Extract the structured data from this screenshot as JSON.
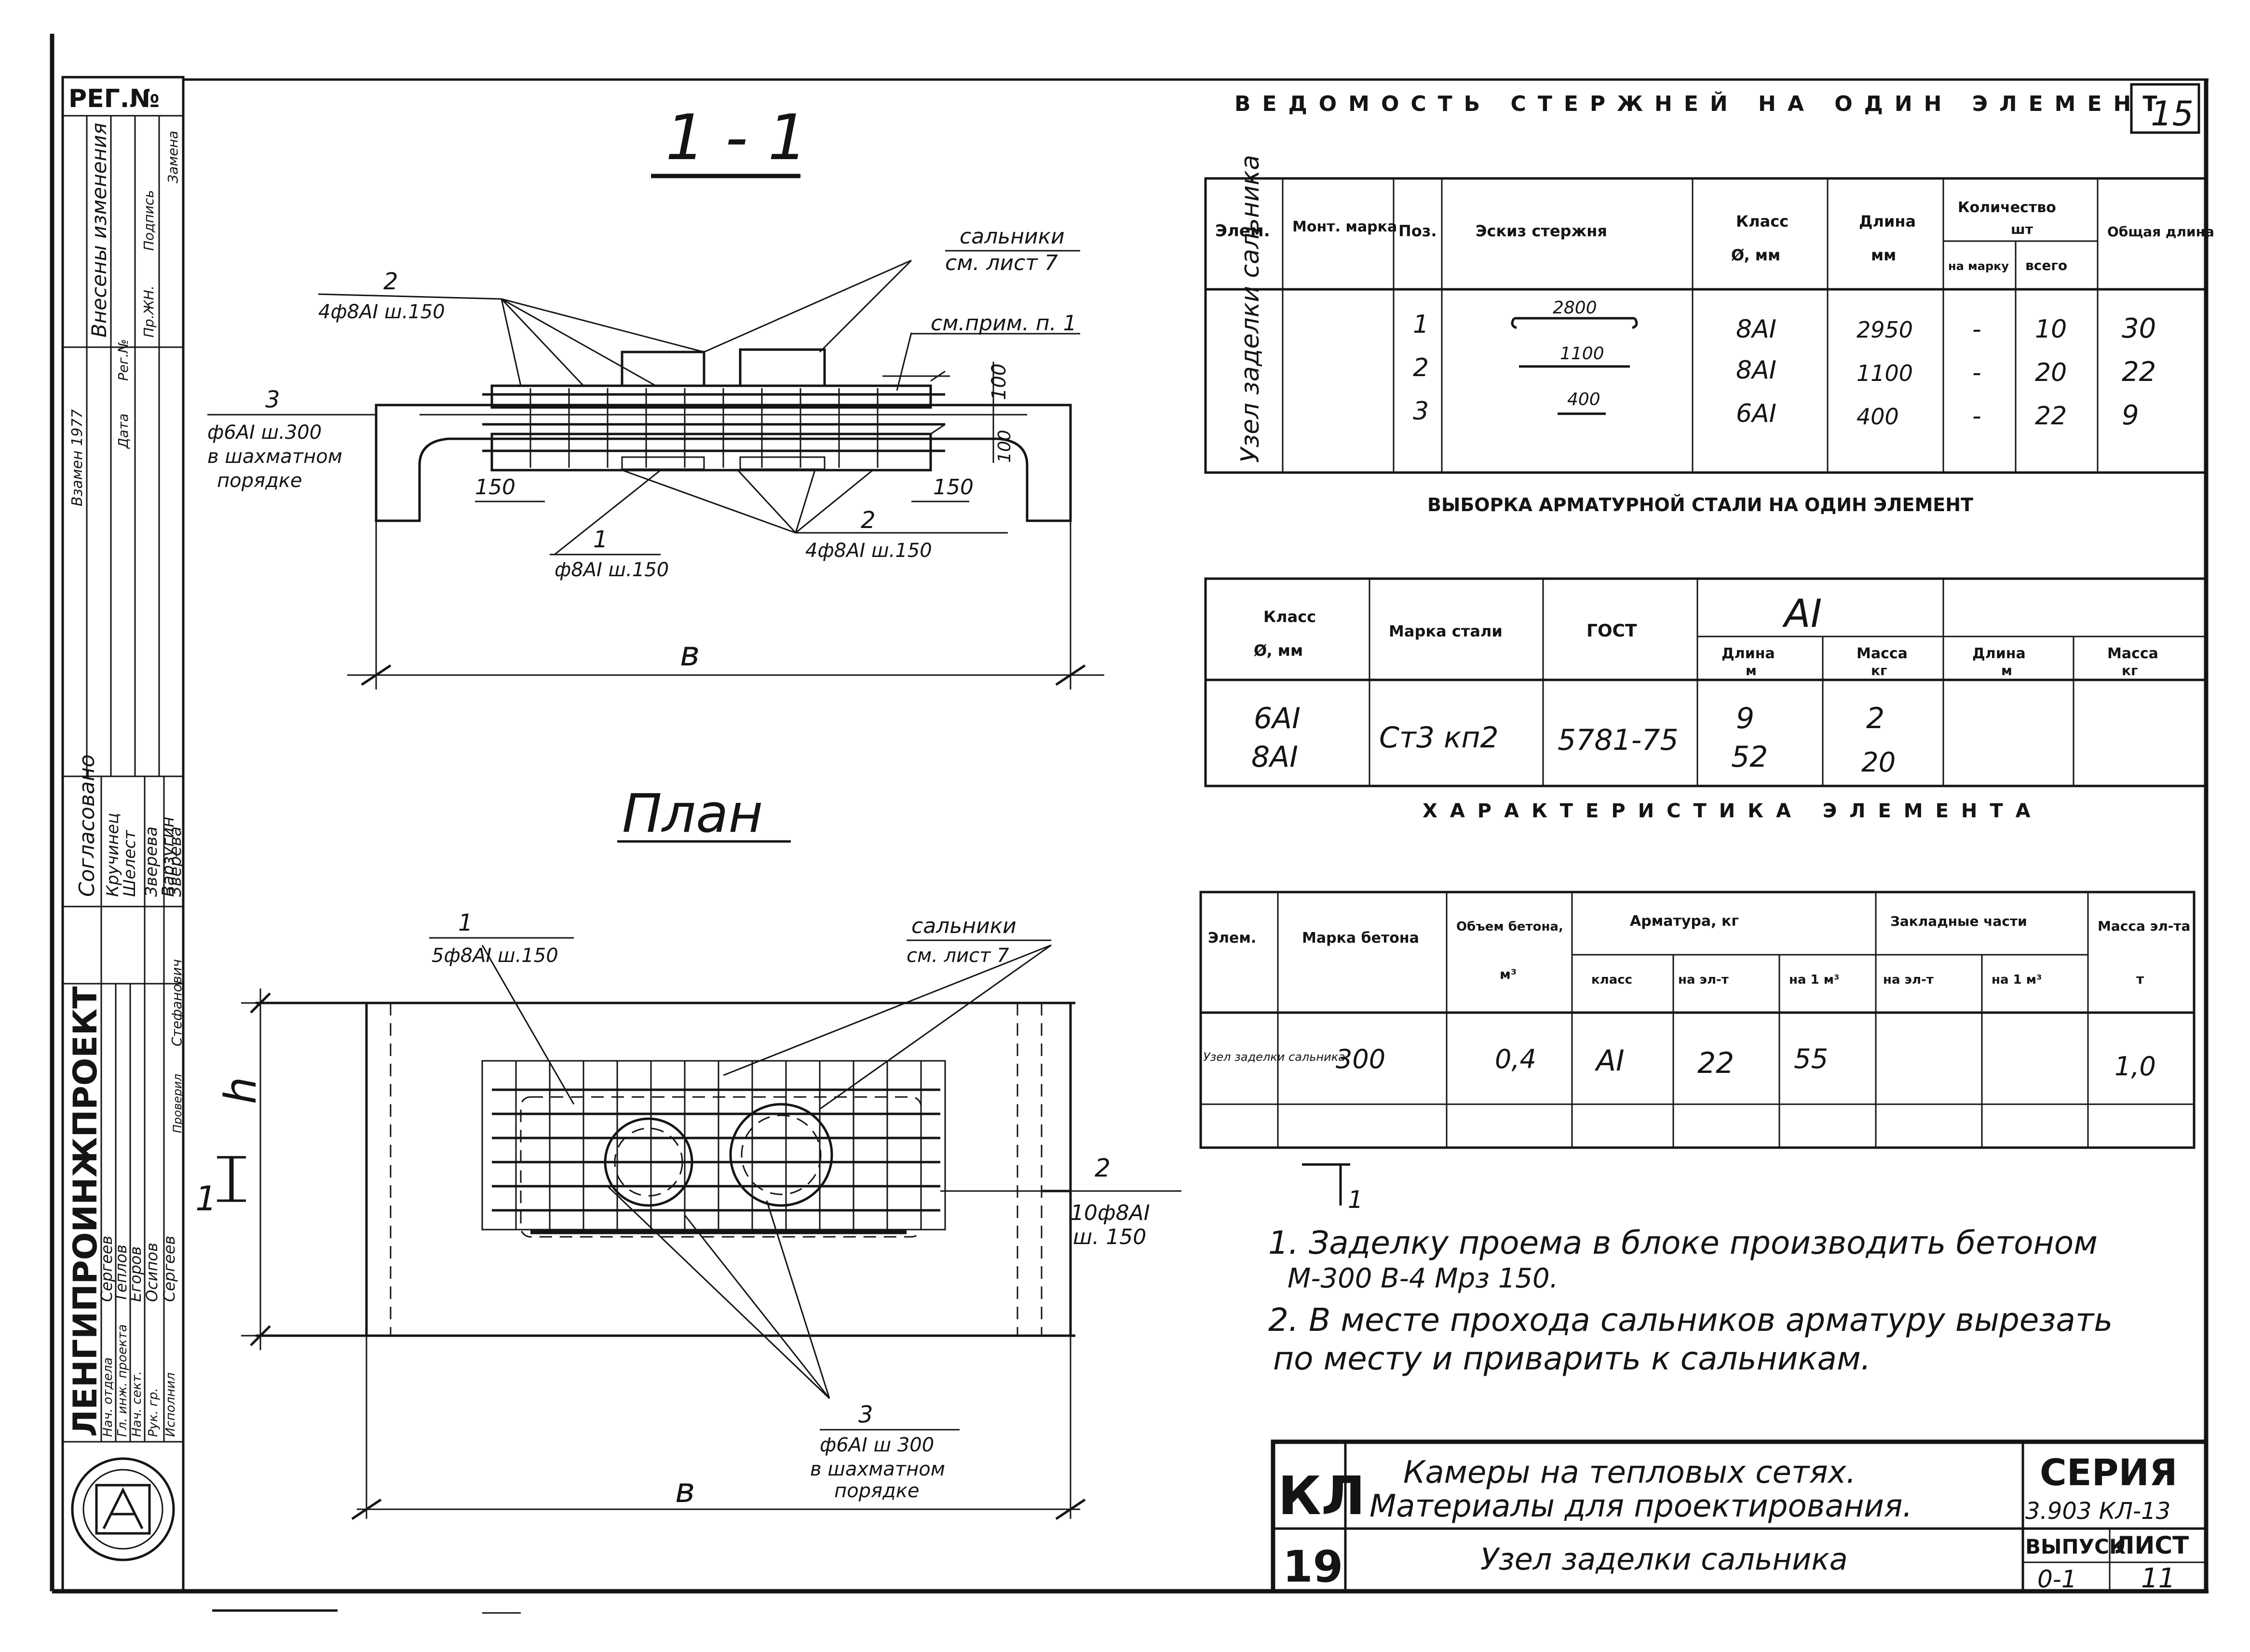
{
  "sheet": {
    "page_number": "15",
    "section_label": "1 - 1",
    "plan_label": "План"
  },
  "left_strip": {
    "reg_no": "РЕГ.№",
    "changes_header": "Внесены изменения",
    "changes_cols": [
      "Дата",
      "Рег.№",
      "Пр.ЖН.",
      "Подпись",
      "Замена"
    ],
    "changes_note": "Взамен 1977",
    "agreed": "Согласовано",
    "agreed_names": [
      "Кручинец",
      "Шелест",
      "Зверева",
      "Варзугин",
      "Зверева"
    ],
    "org": "ЛЕНГИПРОИНЖПРОЕКТ",
    "staff_rows": [
      {
        "role": "Нач. отдела",
        "name": "Сергеев"
      },
      {
        "role": "Гл. инж. проекта",
        "name": "Теплов"
      },
      {
        "role": "Нач. сект.",
        "name": "Егоров"
      },
      {
        "role": "Рук. гр.",
        "name": "Осипов"
      },
      {
        "role": "Исполнил",
        "name": "Сергеев"
      },
      {
        "role": "Проверил",
        "name": "Стефанович"
      }
    ]
  },
  "section_view": {
    "labels": {
      "seal_ref": "сальники",
      "seal_ref2": "см. лист 7",
      "note_ref": "см.прим. п. 1",
      "pos2_top_num": "2",
      "pos2_top": "4ф8АI ш.150",
      "pos3_num": "3",
      "pos3_a": "ф6АI ш.300",
      "pos3_b": "в шахматном",
      "pos3_c": "порядке",
      "dim_150_left": "150",
      "dim_150_right": "150",
      "dim_100_top": "100",
      "dim_100_side": "100",
      "pos1_num": "1",
      "pos1": "ф8АI ш.150",
      "pos2_bot_num": "2",
      "pos2_bot": "4ф8АI ш.150",
      "dim_b": "в"
    }
  },
  "plan_view": {
    "labels": {
      "pos1_num": "1",
      "pos1": "5ф8АI ш.150",
      "seal_ref": "сальники",
      "seal_ref2": "см. лист 7",
      "dim_h": "h",
      "cut_mark": "1",
      "pos2_num": "2",
      "pos2_a": "10ф8АI",
      "pos2_b": "ш. 150",
      "pos3_num": "3",
      "pos3_a": "ф6АI ш 300",
      "pos3_b": "в шахматном",
      "pos3_c": "порядке",
      "dim_b": "в",
      "cut_mark_right": "1"
    }
  },
  "rebar_schedule": {
    "title": "ВЕДОМОСТЬ СТЕРЖНЕЙ НА ОДИН ЭЛЕМЕНТ",
    "headers": {
      "elem": "Элем.",
      "mark": "Монт. марка",
      "pos": "Поз.",
      "sketch": "Эскиз стержня",
      "class": "Класс",
      "class_unit": "Ø, мм",
      "length": "Длина",
      "length_unit": "мм",
      "qty": "Количество",
      "qty_unit": "шт",
      "qty_per": "на марку",
      "qty_total": "всего",
      "total_len": "Общая длина"
    },
    "element_name": "Узел заделки сальника",
    "rows": [
      {
        "pos": "1",
        "sketch_dim": "2800",
        "class": "8АI",
        "length": "2950",
        "per_mark": "-",
        "total": "10",
        "total_len": "30"
      },
      {
        "pos": "2",
        "sketch_dim": "1100",
        "class": "8АI",
        "length": "1100",
        "per_mark": "-",
        "total": "20",
        "total_len": "22"
      },
      {
        "pos": "3",
        "sketch_dim": "400",
        "class": "6АI",
        "length": "400",
        "per_mark": "-",
        "total": "22",
        "total_len": "9"
      }
    ]
  },
  "steel_selection": {
    "title": "ВЫБОРКА АРМАТУРНОЙ СТАЛИ НА ОДИН ЭЛЕМЕНТ",
    "headers": {
      "class": "Класс",
      "class_unit": "Ø, мм",
      "grade": "Марка стали",
      "gost": "ГОСТ",
      "group": "АI",
      "len": "Длина",
      "len_unit": "м",
      "mass": "Масса",
      "mass_unit": "кг"
    },
    "class_values": [
      "6АI",
      "8АI"
    ],
    "grade_value": "Ст3 кп2",
    "gost_value": "5781-75",
    "lengths": [
      "9",
      "52"
    ],
    "masses": [
      "2",
      "20"
    ]
  },
  "element_char": {
    "title": "ХАРАКТЕРИСТИКА ЭЛЕМЕНТА",
    "headers": {
      "elem": "Элем.",
      "concrete": "Марка бетона",
      "volume": "Объем бетона,",
      "volume_unit": "м³",
      "rebar": "Арматура, кг",
      "rebar_class": "класс",
      "rebar_per_el": "на эл-т",
      "rebar_per_m3": "на 1 м³",
      "embedded": "Закладные части",
      "emb_per_el": "на эл-т",
      "emb_per_m3": "на 1 м³",
      "mass": "Масса эл-та",
      "mass_unit": "т"
    },
    "row": {
      "elem": "Узел заделки сальника",
      "concrete": "300",
      "volume": "0,4",
      "rebar_class": "АI",
      "rebar_per_el": "22",
      "rebar_per_m3": "55",
      "emb_per_el": "",
      "emb_per_m3": "",
      "mass": "1,0"
    }
  },
  "notes": {
    "marker": "1",
    "lines": [
      "1. Заделку проема в блоке производить бетоном",
      "М-300 В-4 Мрз 150.",
      "2. В месте прохода сальников арматуру вырезать",
      "по месту и приварить к сальникам."
    ]
  },
  "title_block": {
    "code": "КЛ",
    "title_line1": "Камеры на тепловых сетях.",
    "title_line2": "Материалы для проектирования.",
    "sheet_title": "Узел заделки сальника",
    "series_label": "СЕРИЯ",
    "series_value": "3.903 КЛ-13",
    "issue_label": "ВЫПУСК",
    "issue_value": "0-1",
    "sheet_label": "ЛИСТ",
    "sheet_value": "11",
    "year": "19"
  },
  "colors": {
    "ink": "#141414",
    "paper": "#ffffff"
  }
}
